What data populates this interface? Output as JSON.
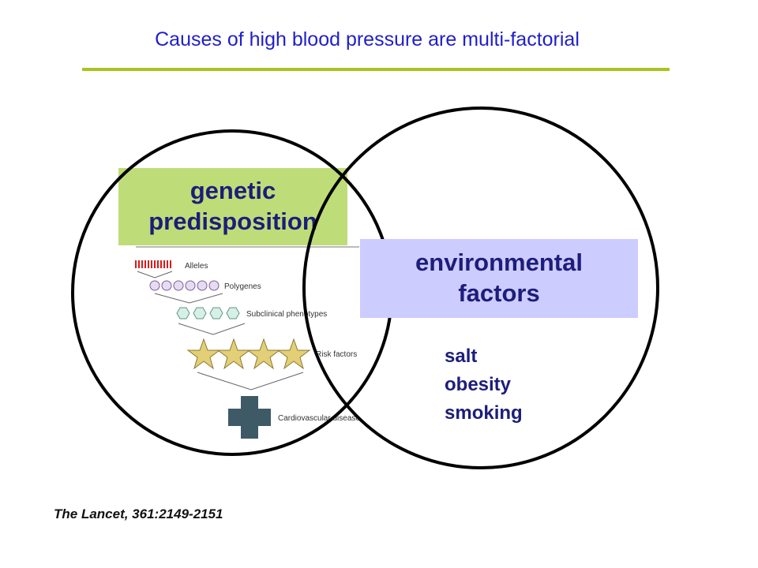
{
  "title": "Causes of high blood pressure are multi-factorial",
  "colors": {
    "title": "#1f1fcc",
    "rule": "#a9c41f",
    "genetic_box": "#bedd79",
    "environment_box": "#ccccff",
    "box_text": "#1d1d7a",
    "circle_stroke": "#000000"
  },
  "genetic": {
    "line1": "genetic",
    "line2": "predisposition"
  },
  "environment": {
    "line1": "environmental",
    "line2": "factors",
    "factors": [
      "salt",
      "obesity",
      "smoking"
    ]
  },
  "figure": {
    "levels": [
      {
        "label": "Alleles",
        "icon": "allele-bars-icon"
      },
      {
        "label": "Polygenes",
        "icon": "circle-row-icon"
      },
      {
        "label": "Subclinical phenotypes",
        "icon": "hexagon-row-icon"
      },
      {
        "label": "Risk factors",
        "icon": "star-row-icon"
      },
      {
        "label": "Cardiovascular disease",
        "icon": "cross-icon"
      }
    ]
  },
  "citation": "The Lancet, 361:2149-2151"
}
